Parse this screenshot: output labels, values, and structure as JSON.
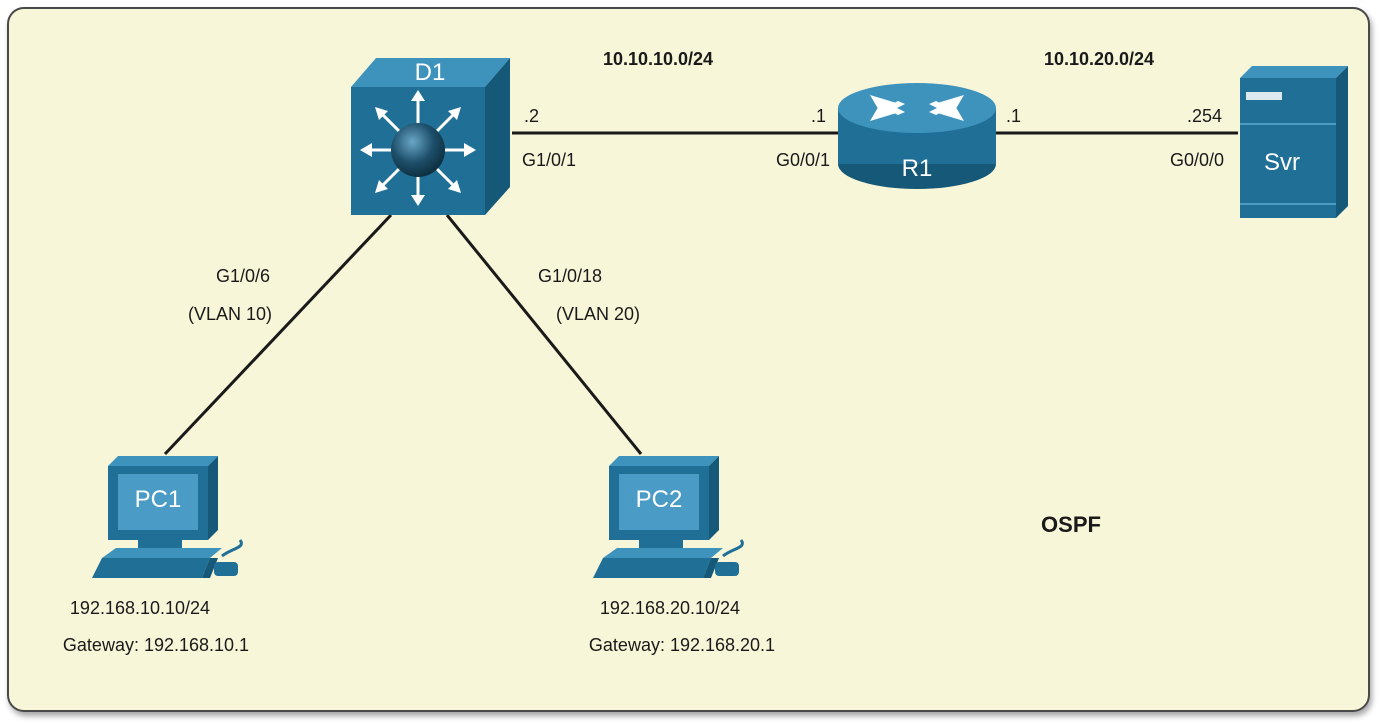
{
  "colors": {
    "panel_bg": "#f7f6d9",
    "panel_border": "#3a3a3a",
    "device_blue": "#1f6f97",
    "device_blue_dark": "#155877",
    "device_blue_light": "#3e93bd",
    "link": "#1a1a1a",
    "text": "#1a1a1a"
  },
  "networks": {
    "net1": "10.10.10.0/24",
    "net2": "10.10.20.0/24"
  },
  "protocol": "OSPF",
  "devices": {
    "d1": {
      "name": "D1",
      "icon": "multilayer-switch-icon"
    },
    "r1": {
      "name": "R1",
      "icon": "router-icon"
    },
    "svr": {
      "name": "Svr",
      "icon": "server-icon"
    },
    "pc1": {
      "name": "PC1",
      "icon": "pc-icon",
      "ip": "192.168.10.10/24",
      "gateway": "Gateway: 192.168.10.1"
    },
    "pc2": {
      "name": "PC2",
      "icon": "pc-icon",
      "ip": "192.168.20.10/24",
      "gateway": "Gateway: 192.168.20.1"
    }
  },
  "links": {
    "d1_r1": {
      "d1_host": ".2",
      "d1_port": "G1/0/1",
      "r1_host": ".1",
      "r1_port": "G0/0/1"
    },
    "r1_svr": {
      "r1_host": ".1",
      "svr_host": ".254",
      "svr_port": "G0/0/0"
    },
    "d1_pc1": {
      "port": "G1/0/6",
      "vlan": "(VLAN 10)"
    },
    "d1_pc2": {
      "port": "G1/0/18",
      "vlan": "(VLAN 20)"
    }
  }
}
